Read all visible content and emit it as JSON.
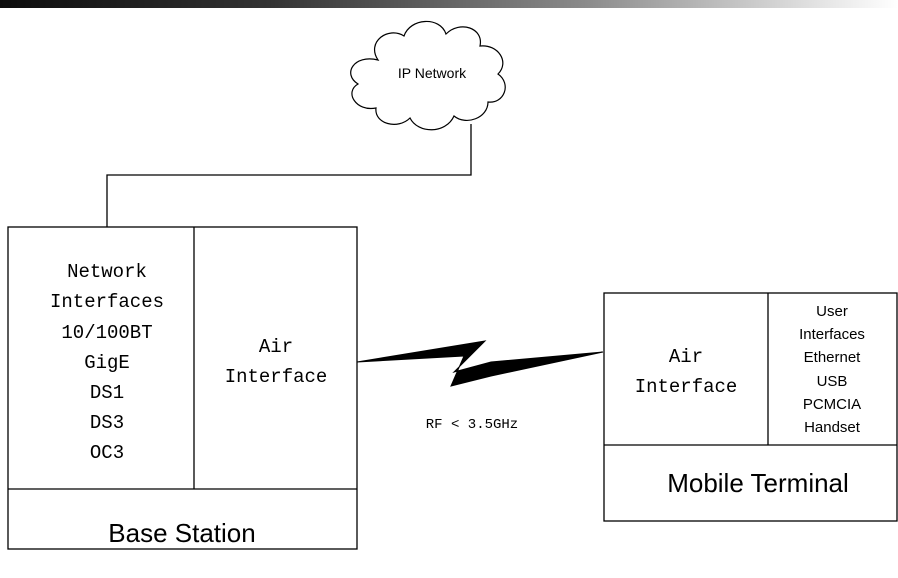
{
  "cloud": {
    "label": "IP Network"
  },
  "base_station": {
    "network_interfaces": [
      "Network",
      "Interfaces",
      "10/100BT",
      "GigE",
      "DS1",
      "DS3",
      "OC3"
    ],
    "air_interface": [
      "Air",
      "Interface"
    ],
    "title": "Base Station"
  },
  "link": {
    "label": "RF < 3.5GHz"
  },
  "mobile_terminal": {
    "air_interface": [
      "Air",
      "Interface"
    ],
    "user_interfaces": [
      "User",
      "Interfaces",
      "Ethernet",
      "USB",
      "PCMCIA",
      "Handset"
    ],
    "title": "Mobile Terminal"
  },
  "colors": {
    "line": "#000000",
    "background": "#ffffff"
  }
}
